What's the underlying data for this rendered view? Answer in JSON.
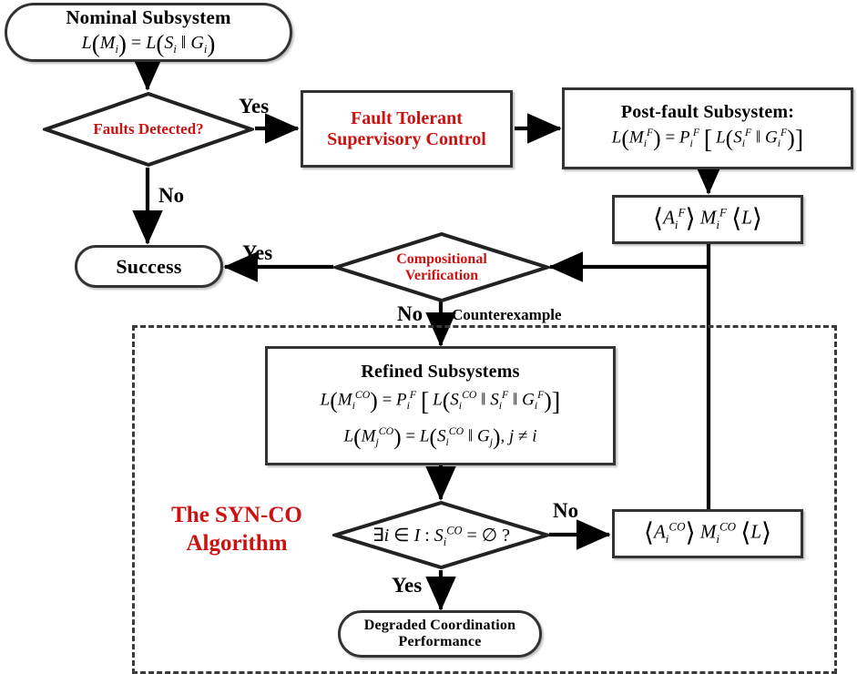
{
  "diagram": {
    "title": "Fault Tolerant Supervisory Control and SYN-CO Algorithm Flowchart",
    "accent_red": "#cc1111",
    "line_color": "#000000",
    "box_border": "#333333"
  },
  "nodes": {
    "nominal": {
      "title": "Nominal Subsystem",
      "formula": "L(M_i) = L(S_i || G_i)"
    },
    "faults_decision": {
      "label": "Faults Detected?"
    },
    "ftsc": {
      "line1": "Fault Tolerant",
      "line2": "Supervisory Control"
    },
    "postfault": {
      "title": "Post-fault Subsystem:",
      "formula": "L(M_i^F) = P_i^F [ L(S_i^F || G_i^F) ]"
    },
    "triple_f": {
      "formula": "<A_i^F> M_i^F <L>"
    },
    "success": {
      "label": "Success"
    },
    "comp_verif": {
      "line1": "Compositional",
      "line2": "Verification"
    },
    "refined": {
      "title": "Refined Subsystems",
      "formula1": "L(M_i^CO) = P_i^F [ L(S_i^CO || S_i^F || G_i^F) ]",
      "formula2": "L(M_j^CO) = L(S_i^CO || G_j), j != i"
    },
    "empty_decision": {
      "label": "exists i in I : S_i^CO = 0 ?"
    },
    "triple_co": {
      "formula": "<A_i^CO> M_i^CO <L>"
    },
    "degraded": {
      "line1": "Degraded Coordination",
      "line2": "Performance"
    },
    "algorithm_group": {
      "line1": "The SYN-CO",
      "line2": "Algorithm"
    }
  },
  "edge_labels": {
    "faults_yes": "Yes",
    "faults_no": "No",
    "verify_yes": "Yes",
    "verify_no": "No",
    "counterexample": "Counterexample",
    "empty_no": "No",
    "empty_yes": "Yes"
  }
}
